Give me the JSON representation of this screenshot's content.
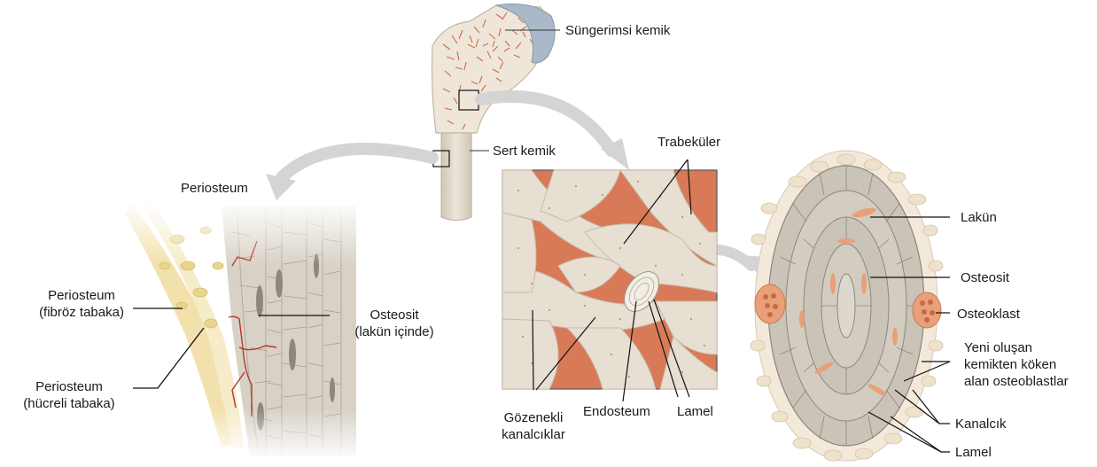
{
  "labels": {
    "spongy_bone": "Süngerimsi kemik",
    "compact_bone": "Sert kemik",
    "periosteum_top": "Periosteum",
    "periosteum_fibrous": [
      "Periosteum",
      "(fibröz tabaka)"
    ],
    "periosteum_cellular": [
      "Periosteum",
      "(hücreli tabaka)"
    ],
    "osteocyte_in_lacuna": [
      "Osteosit",
      "(lakün içinde)"
    ],
    "trabeculae": "Trabeküler",
    "porous_canals": [
      "Gözenekli",
      "kanalcıklar"
    ],
    "endosteum": "Endosteum",
    "lamella_mid": "Lamel",
    "lacuna": "Lakün",
    "osteocyte": "Osteosit",
    "osteoclast": "Osteoklast",
    "new_bone_osteoblasts": [
      "Yeni oluşan",
      "kemikten köken",
      "alan osteoblastlar"
    ],
    "canaliculus": "Kanalcık",
    "lamella_right": "Lamel"
  },
  "colors": {
    "bone": "#e3dccf",
    "bone_shade": "#c9c0b0",
    "marrow": "#d97a5a",
    "cartilage": "#a9b9c9",
    "periosteum": "#f2dfa8",
    "osteon": "#bfb8ad",
    "osteoclast": "#e9a078",
    "arrow": "#cfcfcf"
  }
}
